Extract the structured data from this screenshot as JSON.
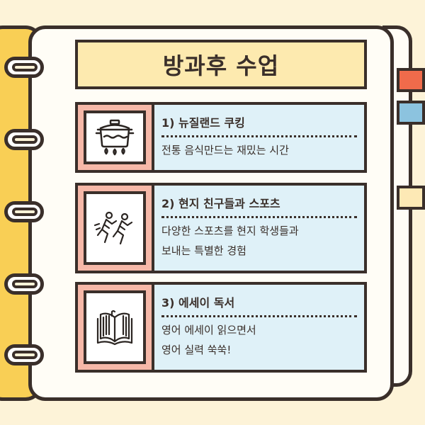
{
  "title": "방과후 수업",
  "items": [
    {
      "title": "1) 뉴질랜드 쿠킹",
      "desc_line1": "전통 음식만드는 재밌는 시간",
      "desc_line2": "",
      "icon": "cooking-pot-icon"
    },
    {
      "title": "2) 현지 친구들과 스포츠",
      "desc_line1": "다양한 스포츠를 현지 학생들과",
      "desc_line2": "보내는 특별한 경험",
      "icon": "runners-icon"
    },
    {
      "title": "3) 에세이 독서",
      "desc_line1": "영어 에세이 읽으면서",
      "desc_line2": "영어 실력 쑥쑥!",
      "icon": "open-book-icon"
    }
  ],
  "colors": {
    "background": "#fdf3d8",
    "cover": "#f9cf55",
    "card": "#dff1f8",
    "icon_frame": "#f6b8a8",
    "tab_red": "#f06b4b",
    "tab_blue": "#8cc3df",
    "outline": "#3a2f2a"
  }
}
